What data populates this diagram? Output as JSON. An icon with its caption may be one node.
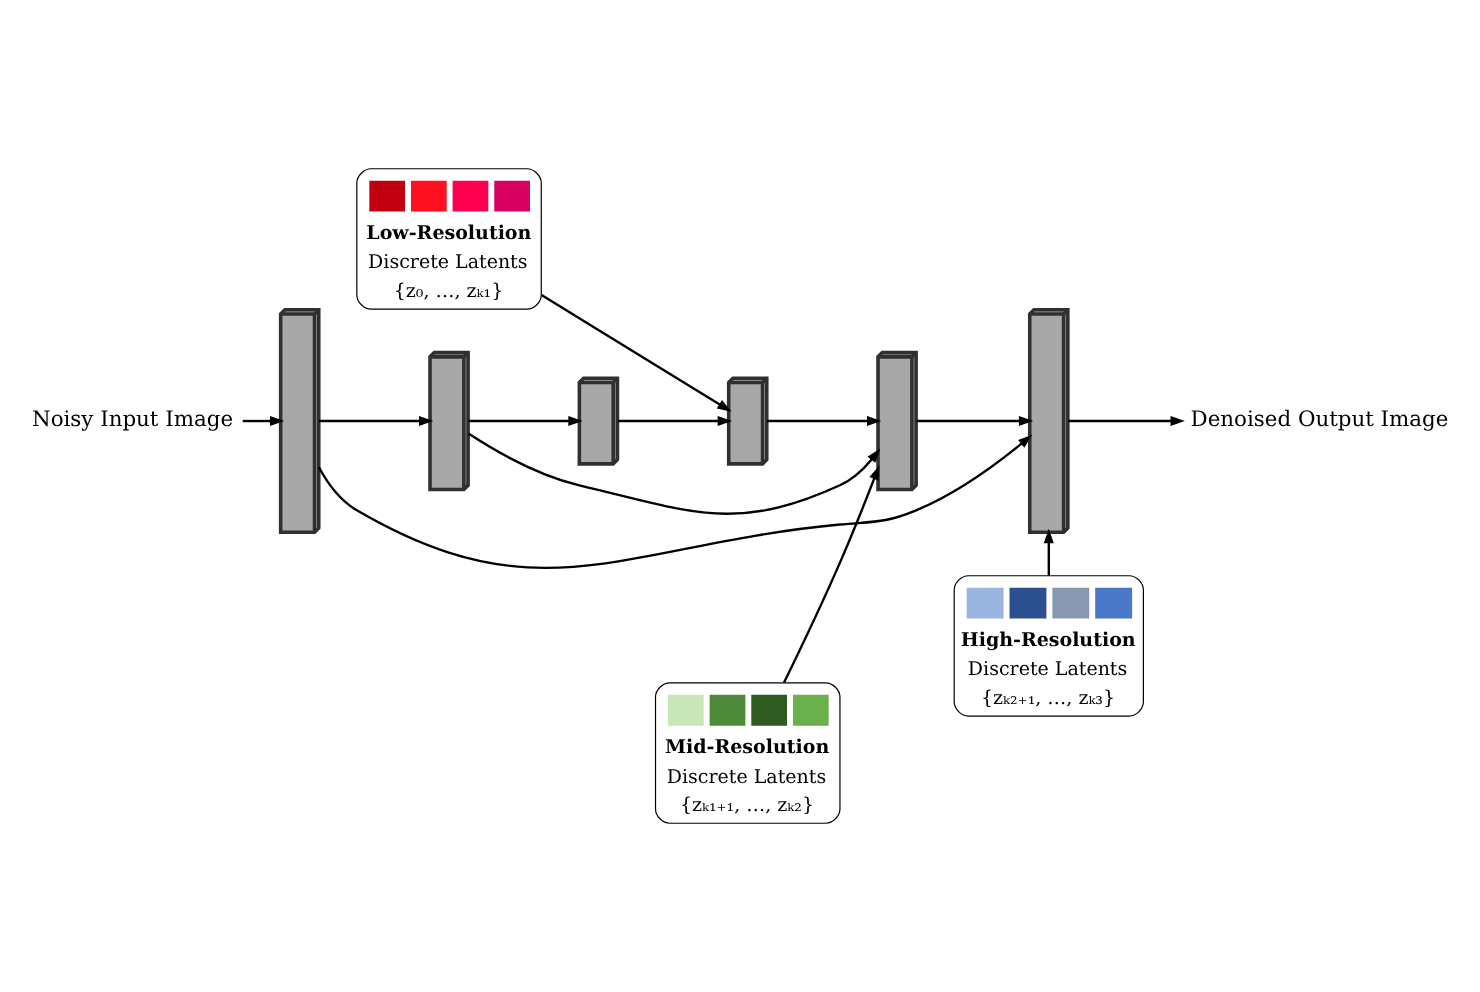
{
  "diagram": {
    "nodes": [
      {
        "text": [
          "Low-Resolution",
          "Discrete Latents",
          "{z₀, …, zₖ₁}"
        ]
      },
      {
        "text": [
          "Mid-Resolution",
          "Discrete Latents",
          "{zₖ₁₊₁, …, zₖ₂}"
        ]
      },
      {
        "text": [
          "High-Resolution",
          "Discrete Latents",
          "{zₖ₂₊₁, …, zₖ₃}"
        ]
      },
      {
        "text": [
          "Noisy Input Image"
        ]
      },
      {
        "text": [],
        "shape": "box"
      },
      {
        "text": [],
        "shape": "box"
      },
      {
        "text": [],
        "shape": "box"
      },
      {
        "text": [],
        "shape": "box"
      },
      {
        "text": [],
        "shape": "box"
      },
      {
        "text": [],
        "shape": "box"
      },
      {
        "text": [
          "Denoised Output Image"
        ]
      }
    ],
    "edges": [
      {
        "from": 3,
        "to": 4,
        "arrow": "to"
      },
      {
        "from": 4,
        "to": 5,
        "arrow": "to"
      },
      {
        "from": 5,
        "to": 6,
        "arrow": "to"
      },
      {
        "from": 6,
        "to": 7,
        "arrow": "to"
      },
      {
        "from": 7,
        "to": 8,
        "arrow": "to"
      },
      {
        "from": 8,
        "to": 9,
        "arrow": "to"
      },
      {
        "from": 9,
        "to": 10,
        "arrow": "to"
      },
      {
        "from": 5,
        "to": 8,
        "arrow": "to"
      },
      {
        "from": 4,
        "to": 9,
        "arrow": "to"
      },
      {
        "from": 0,
        "to": 7,
        "arrow": "to"
      },
      {
        "from": 1,
        "to": 8,
        "arrow": "to"
      },
      {
        "from": 2,
        "to": 9,
        "arrow": "to"
      }
    ]
  }
}
